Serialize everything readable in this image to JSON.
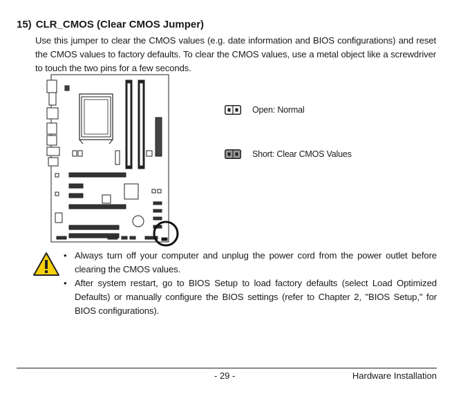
{
  "heading": {
    "number": "15)",
    "title": "CLR_CMOS (Clear CMOS Jumper)"
  },
  "intro": "Use this jumper to clear the CMOS values (e.g. date information and BIOS configurations) and reset the CMOS values to factory defaults. To clear the CMOS values, use a metal object like a screwdriver to touch the two pins for a few seconds.",
  "legend": [
    {
      "label": "Open: Normal",
      "state": "open"
    },
    {
      "label": "Short: Clear CMOS Values",
      "state": "short"
    }
  ],
  "warning_icon": "warning-triangle-icon",
  "bullets": [
    "Always turn off your computer and unplug the power cord from the power outlet before clearing the CMOS values.",
    "After system restart, go to BIOS Setup to load factory defaults (select Load Optimized Defaults) or manually configure the BIOS settings (refer to Chapter 2, \"BIOS Setup,\" for BIOS configurations)."
  ],
  "footer": {
    "page": "- 29 -",
    "section": "Hardware Installation"
  }
}
